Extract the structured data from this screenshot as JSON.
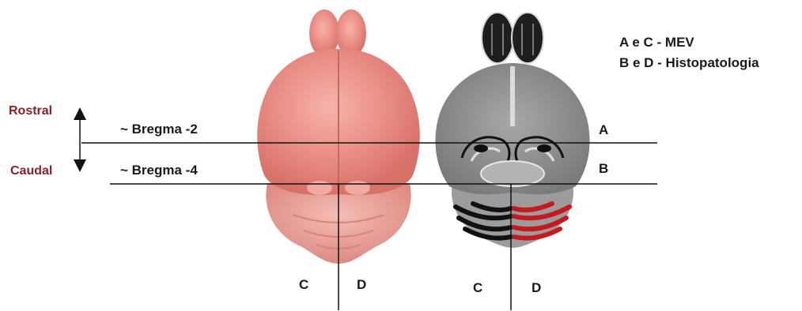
{
  "legend": {
    "line1": "A e C - MEV",
    "line2": "B e D - Histopatologia"
  },
  "orientation": {
    "rostral": "Rostral",
    "caudal": "Caudal"
  },
  "levels": {
    "bregma_upper": "~ Bregma -2",
    "bregma_lower": "~ Bregma -4"
  },
  "section_labels": {
    "a": "A",
    "b": "B",
    "c_left": "C",
    "d_left": "D",
    "c_right": "C",
    "d_right": "D"
  },
  "colors": {
    "orientation_text": "#8b1f2b",
    "brain_tissue": "#e99088",
    "highlight_lobules": "#c41a1f",
    "section_gray": "#8a8a8a",
    "ink": "#111111"
  }
}
